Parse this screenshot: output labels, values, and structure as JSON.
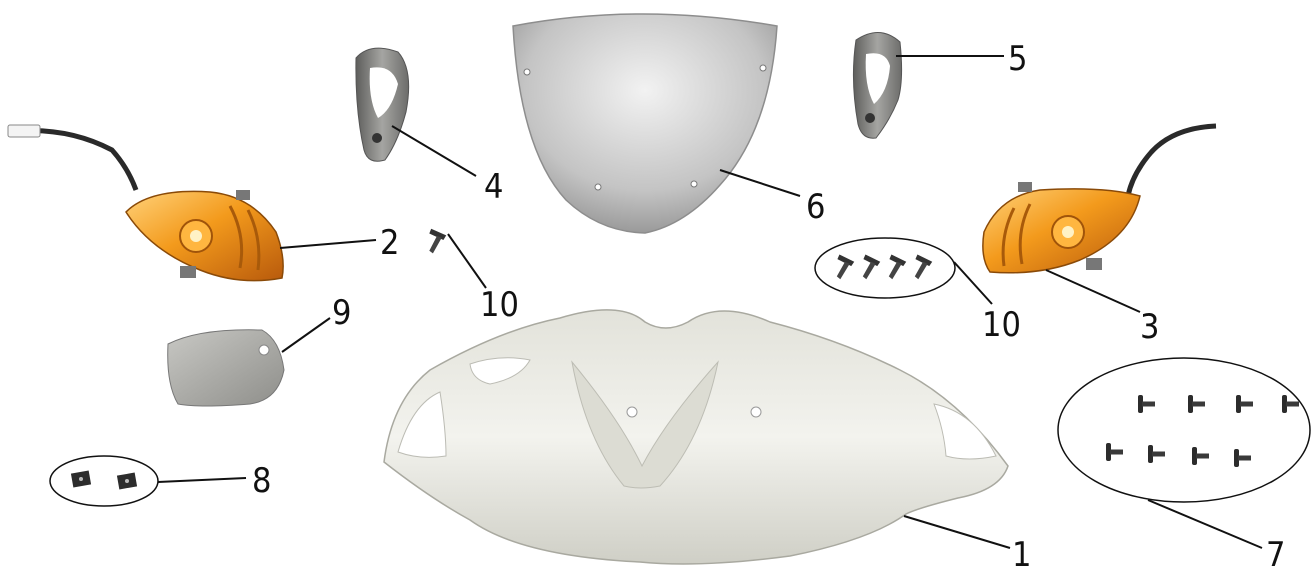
{
  "callouts": {
    "c1": "1",
    "c2": "2",
    "c3": "3",
    "c4": "4",
    "c5": "5",
    "c6": "6",
    "c7": "7",
    "c8": "8",
    "c9": "9",
    "c10a": "10",
    "c10b": "10"
  },
  "colors": {
    "line": "#111111",
    "body_light": "#ecece6",
    "body_mid": "#c9c9c0",
    "body_dark": "#9e9e96",
    "windscreen_light": "#f0f0f0",
    "windscreen_dark": "#a8a8a8",
    "amber": "#f5a623",
    "amber_dark": "#c96a10",
    "bracket": "#7a7a78",
    "screw": "#333333"
  }
}
